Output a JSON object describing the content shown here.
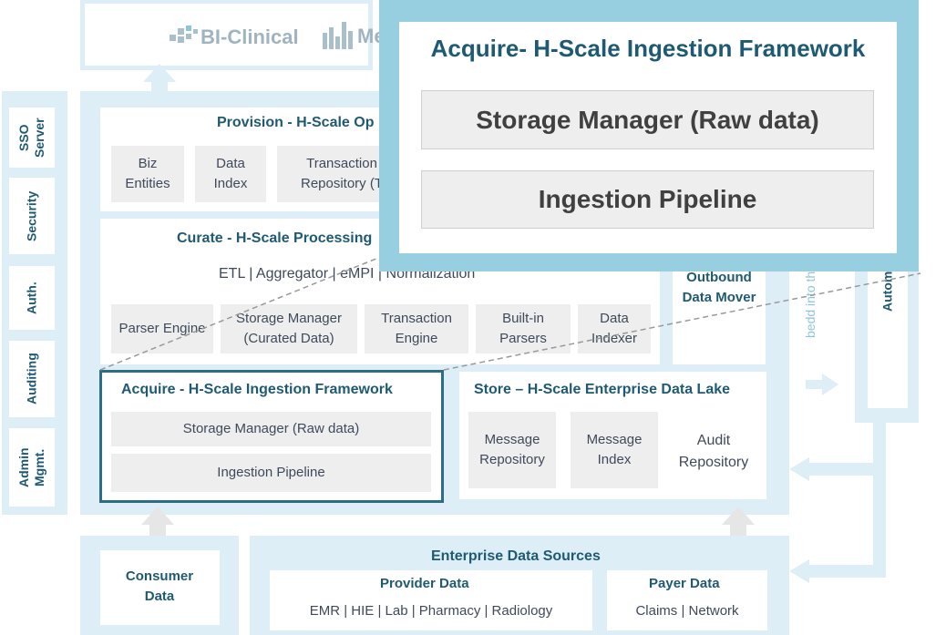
{
  "logos": {
    "bi_clinical": "BI-Clinical",
    "medictiv": "Medictiv"
  },
  "sidebar": {
    "items": [
      {
        "label": "SSO Server"
      },
      {
        "label": "Security"
      },
      {
        "label": "Auth."
      },
      {
        "label": "Auditing"
      },
      {
        "label": "Admin Mgmt."
      }
    ]
  },
  "provision": {
    "title": "Provision - H-Scale Op",
    "cells": [
      {
        "label": "Biz Entities"
      },
      {
        "label": "Data Index"
      },
      {
        "label": "Transaction Repository (T"
      }
    ]
  },
  "curate": {
    "title": "Curate - H-Scale Processing",
    "subtitle": "ETL | Aggregator | eMPI | Normalization",
    "cells": [
      {
        "label": "Parser Engine"
      },
      {
        "label": "Storage Manager (Curated Data)"
      },
      {
        "label": "Transaction Engine"
      },
      {
        "label": "Built-in Parsers"
      },
      {
        "label": "Data Indexer"
      }
    ]
  },
  "outbound": {
    "label": "Outbound Data Mover"
  },
  "embed": {
    "label": "Embedd into the"
  },
  "automa": {
    "label": "Automa"
  },
  "acquire": {
    "title": "Acquire - H-Scale Ingestion Framework",
    "cells": [
      {
        "label": "Storage Manager (Raw data)"
      },
      {
        "label": "Ingestion Pipeline"
      }
    ]
  },
  "store": {
    "title": "Store – H-Scale Enterprise Data Lake",
    "cells": [
      {
        "label": "Message Repository"
      },
      {
        "label": "Message Index"
      },
      {
        "label": "Audit Repository"
      }
    ]
  },
  "consumer": {
    "label": "Consumer Data"
  },
  "sources": {
    "title": "Enterprise Data Sources",
    "provider": {
      "title": "Provider Data",
      "items": "EMR | HIE | Lab | Pharmacy | Radiology"
    },
    "payer": {
      "title": "Payer Data",
      "items": "Claims | Network"
    }
  },
  "zoom": {
    "title": "Acquire- H-Scale Ingestion Framework",
    "cells": [
      {
        "label": "Storage Manager (Raw data)"
      },
      {
        "label": "Ingestion Pipeline"
      }
    ]
  },
  "colors": {
    "accent": "#1f5a73",
    "panel": "#deeef6",
    "highlight_border": "#97cfe0",
    "acquire_border": "#2c6e86",
    "cell": "#eeeeee"
  }
}
